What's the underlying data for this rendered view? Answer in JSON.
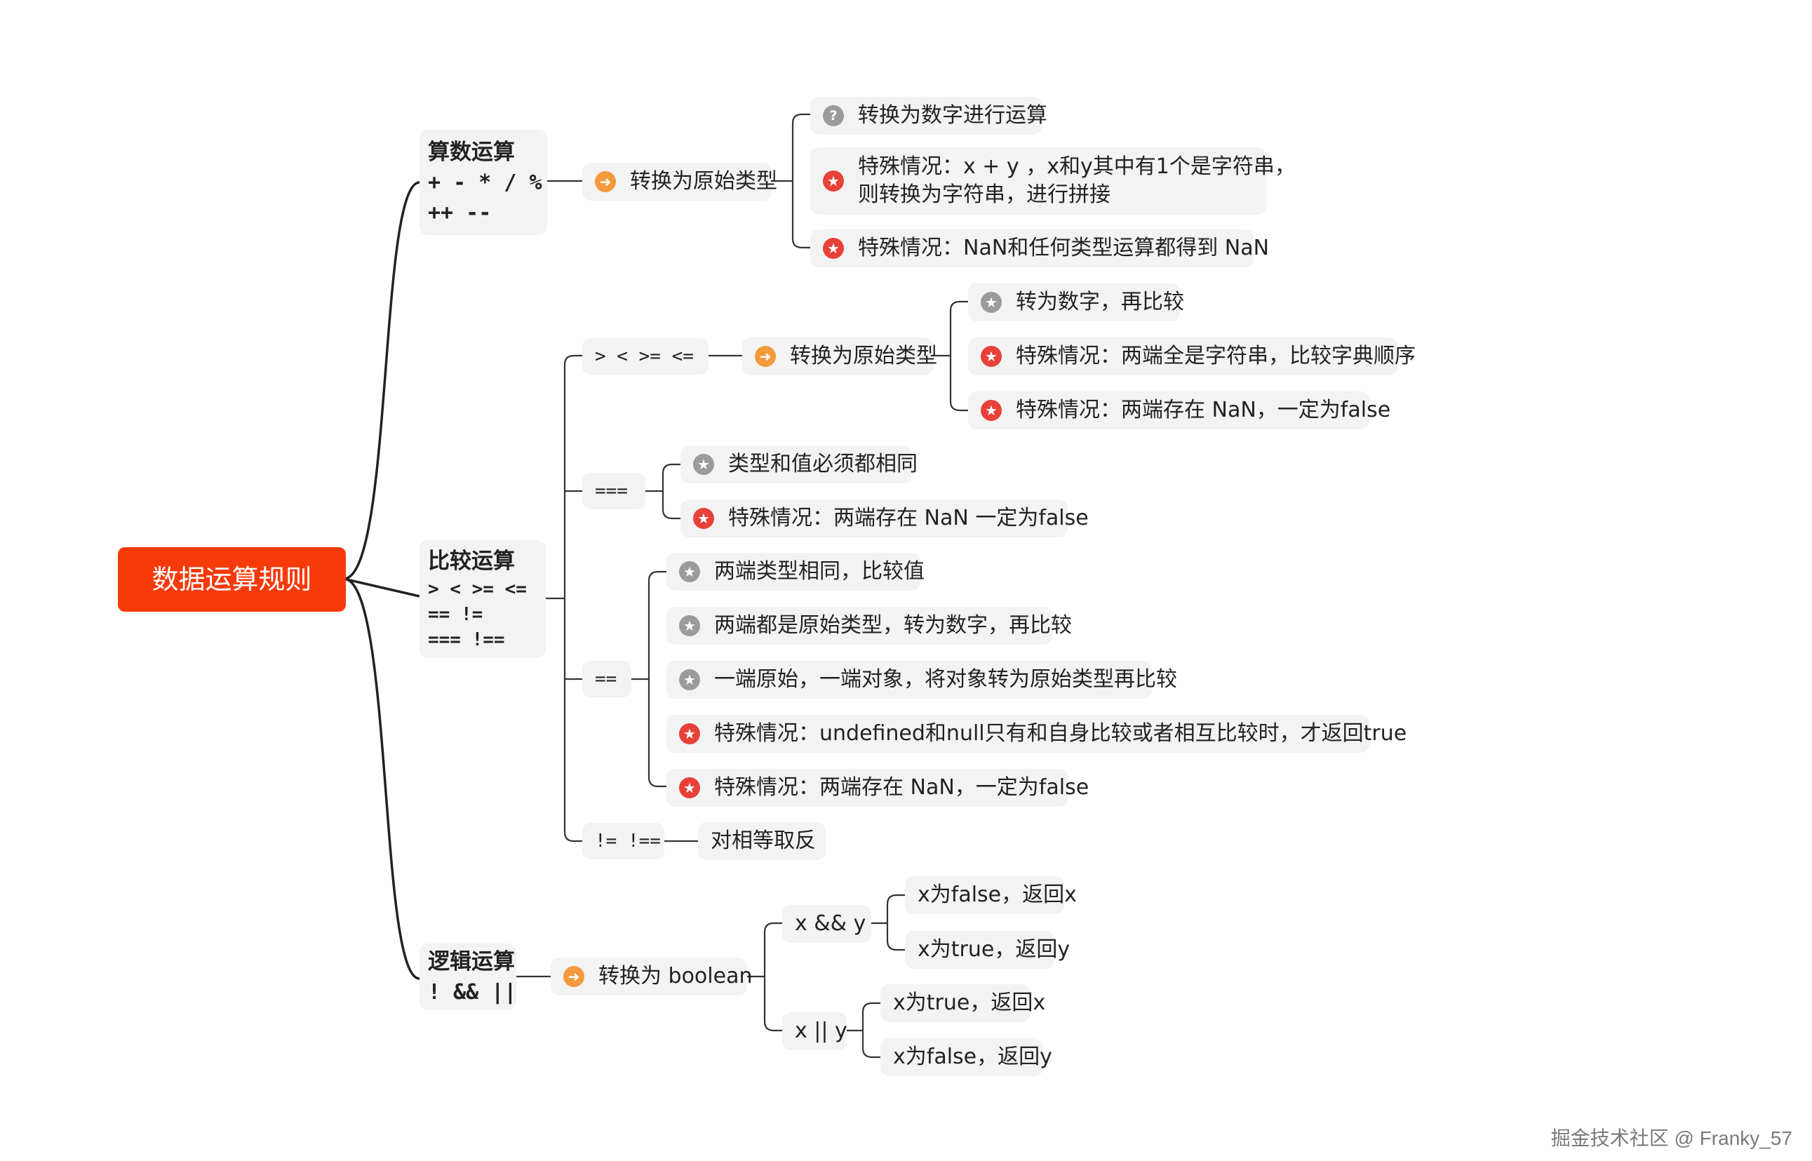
{
  "root": "数据运算规则",
  "arithmetic": {
    "title": "算数运算",
    "ops_line1": "+ - * / %",
    "ops_line2": "++ --",
    "convert": "转换为原始类型",
    "rules": [
      "转换为数字进行运算",
      "特殊情况：x + y ，x和y其中有1个是字符串，",
      "则转换为字符串，进行拼接",
      "特殊情况：NaN和任何类型运算都得到 NaN"
    ]
  },
  "comparison": {
    "title": "比较运算",
    "ops_line1": "> < >= <=",
    "ops_line2": "== !=",
    "ops_line3": "=== !==",
    "relational": {
      "label": "> < >= <=",
      "convert": "转换为原始类型",
      "rules": [
        "转为数字，再比较",
        "特殊情况：两端全是字符串，比较字典顺序",
        "特殊情况：两端存在 NaN，一定为false"
      ]
    },
    "strict": {
      "label": "===",
      "rules": [
        "类型和值必须都相同",
        "特殊情况：两端存在 NaN 一定为false"
      ]
    },
    "loose": {
      "label": "==",
      "rules": [
        "两端类型相同，比较值",
        "两端都是原始类型，转为数字，再比较",
        "一端原始，一端对象，将对象转为原始类型再比较",
        "特殊情况：undefined和null只有和自身比较或者相互比较时，才返回true",
        "特殊情况：两端存在 NaN，一定为false"
      ]
    },
    "not_equal": {
      "label": "!= !==",
      "rule": "对相等取反"
    }
  },
  "logical": {
    "title": "逻辑运算",
    "ops": "! && ||",
    "convert": "转换为 boolean",
    "and": {
      "label": "x && y",
      "rules": [
        "x为false，返回x",
        "x为true，返回y"
      ]
    },
    "or": {
      "label": "x || y",
      "rules": [
        "x为true，返回x",
        "x为false，返回y"
      ]
    }
  },
  "icons": {
    "convert": "arrow-right-icon",
    "normal_rule": "star-icon",
    "special_rule": "star-icon",
    "question": "question-icon"
  },
  "colors": {
    "root_bg": "#f73a09",
    "node_bg": "#f3f3f3",
    "line": "#222222",
    "icon_orange": "#f39a3d",
    "icon_red": "#e8413a",
    "icon_gray": "#9b9b9b"
  },
  "watermark": "掘金技术社区 @ Franky_57"
}
